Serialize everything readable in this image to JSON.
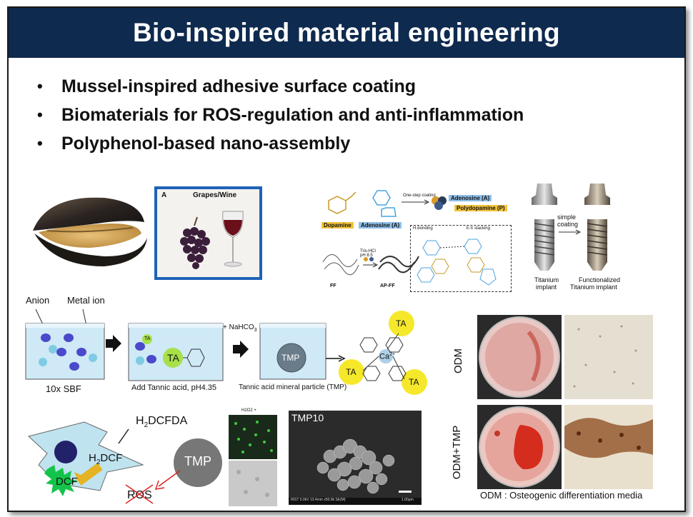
{
  "title": "Bio-inspired material engineering",
  "bullets": [
    "Mussel-inspired adhesive surface coating",
    "Biomaterials for ROS-regulation and anti-inflammation",
    "Polyphenol-based nano-assembly"
  ],
  "grapes_panel": {
    "tag": "A",
    "label": "Grapes/Wine"
  },
  "polydopamine": {
    "dopamine": "Dopamine",
    "adenosine": "Adenosine (A)",
    "one_step": "One-step coating",
    "legend_adenosine": "Adenosine (A)",
    "legend_polydopamine": "Polydopamine (P)",
    "tris": "Tris-HCl\npH 8.5",
    "ff": "FF",
    "apff": "AP-FF",
    "h_bonding": "H-bonding",
    "pi_stacking": "π-π stacking"
  },
  "implant": {
    "simple": "simple",
    "coating": "coating",
    "titanium_line1": "Titanium",
    "titanium_line2": "implant",
    "func_line1": "Functionalized",
    "func_line2": "Titanium implant"
  },
  "tmp_synthesis": {
    "anion": "Anion",
    "metal_ion": "Metal ion",
    "sbf": "10x SBF",
    "ta": "TA",
    "nahco3": "+ NaHCO",
    "nahco3_sub": "3",
    "add_ta": "Add Tannic acid, pH4.35",
    "tmp": "TMP",
    "tmp_label": "Tannic acid mineral particle (TMP)",
    "ca": "Ca",
    "ca_sup": "2+"
  },
  "ros": {
    "h2dcfda_pre": "H",
    "h2dcfda_sub": "2",
    "h2dcfda_post": "DCFDA",
    "h2dcf_pre": "H",
    "h2dcf_sub": "2",
    "h2dcf_post": "DCF",
    "dcf": "DCF",
    "tmp": "TMP",
    "ros": "ROS",
    "micro_label": "H2O2 +"
  },
  "sem": {
    "label": "TMP10",
    "footer": "IRST 5.0kV 13.4mm x50.0k SE(M)",
    "scale": "1.00µm"
  },
  "odm": {
    "odm": "ODM",
    "odm_tmp": "ODM+TMP",
    "caption": "ODM : Osteogenic differentiation media"
  }
}
